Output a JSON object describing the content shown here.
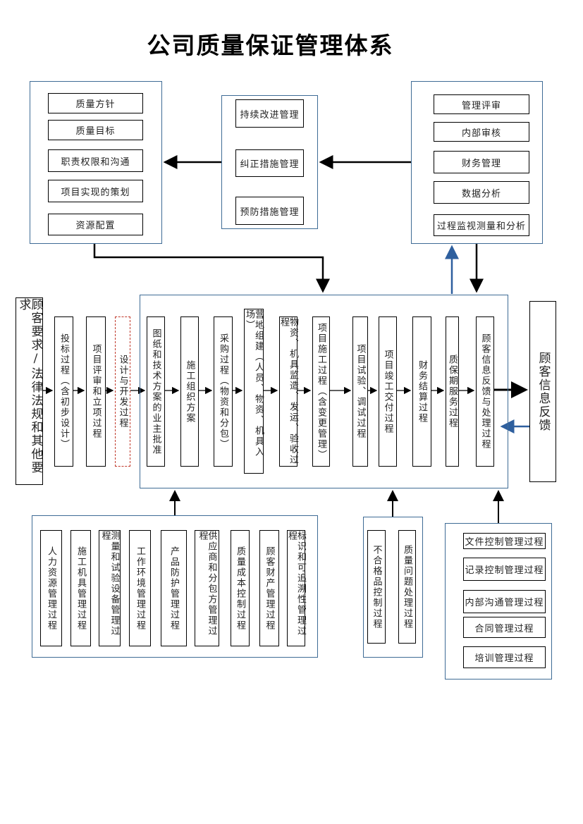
{
  "title": "公司质量保证管理体系",
  "top_left": [
    "质量方针",
    "质量目标",
    "职责权限和沟通",
    "项目实现的策划",
    "资源配置"
  ],
  "top_middle": [
    "持续改进管理",
    "纠正措施管理",
    "预防措施管理"
  ],
  "top_right": [
    "管理评审",
    "内部审核",
    "财务管理",
    "数据分析",
    "过程监视测量和分析"
  ],
  "input": "顾客要求/法律法规和其他要求",
  "output": "顾客信息反馈",
  "main_process": [
    "投标过程（含初步设计）",
    "项目评审和立项过程",
    "设计与开发过程",
    "图纸和技术方案的业主批准",
    "施工组织方案",
    "采购过程（物资和分包）",
    "营地组建（人员、物资、机具入场）",
    "物资、机具监造、发运、验收过程",
    "项目施工过程（含变更管理）",
    "项目试验、调试过程",
    "项目竣工交付过程",
    "财务结算过程",
    "质保期服务过程",
    "顾客信息反馈与处理过程"
  ],
  "support_left": [
    "人力资源管理过程",
    "施工机具管理过程",
    "测量和试验设备管理过程",
    "工作环境管理过程",
    "产品防护管理过程",
    "供应商和分包方管理过程",
    "质量成本控制过程",
    "顾客财产管理过程",
    "标识和可追溯性管理过程"
  ],
  "support_middle": [
    "不合格品控制过程",
    "质量问题处理过程"
  ],
  "support_right": [
    "文件控制管理过程",
    "记录控制管理过程",
    "内部沟通管理过程",
    "合同管理过程",
    "培训管理过程"
  ],
  "colors": {
    "group_border": "#3e6b95",
    "feedback_arrow": "#2e5f9e",
    "dashed_border": "#c0392b"
  }
}
